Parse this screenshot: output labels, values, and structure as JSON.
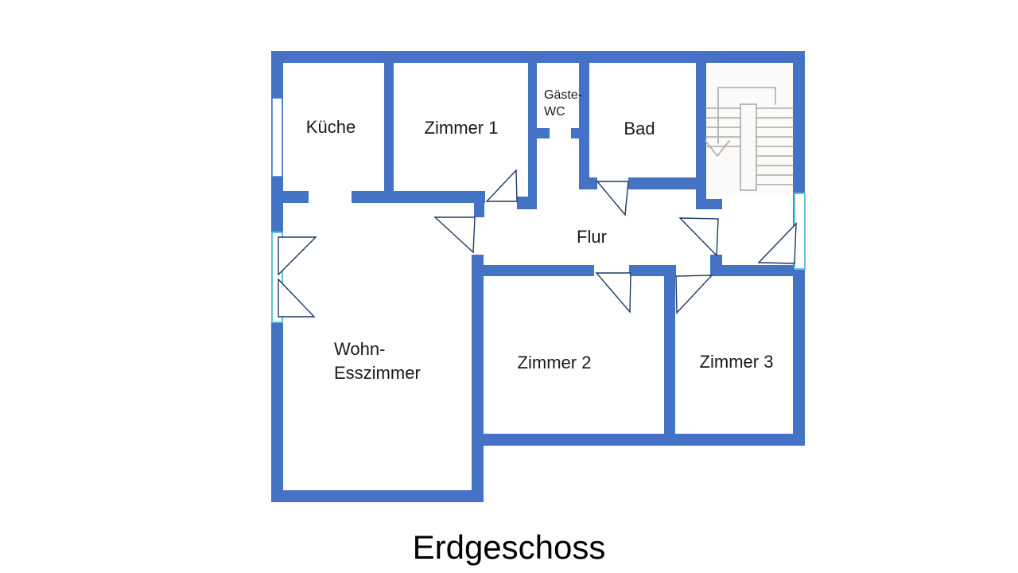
{
  "title": "Erdgeschoss",
  "rooms": {
    "kueche": "Küche",
    "zimmer1": "Zimmer 1",
    "gaeste_wc_line1": "Gäste-",
    "gaeste_wc_line2": "WC",
    "bad": "Bad",
    "flur": "Flur",
    "wohn_line1": "Wohn-",
    "wohn_line2": "Esszimmer",
    "zimmer2": "Zimmer 2",
    "zimmer3": "Zimmer 3"
  },
  "colors": {
    "wall": "#4472C4",
    "door_line": "#1f3864",
    "window_frame": "#5fc3d8",
    "stair_sketch": "#ada9a5",
    "text": "#1a1a1a",
    "background": "#ffffff"
  }
}
